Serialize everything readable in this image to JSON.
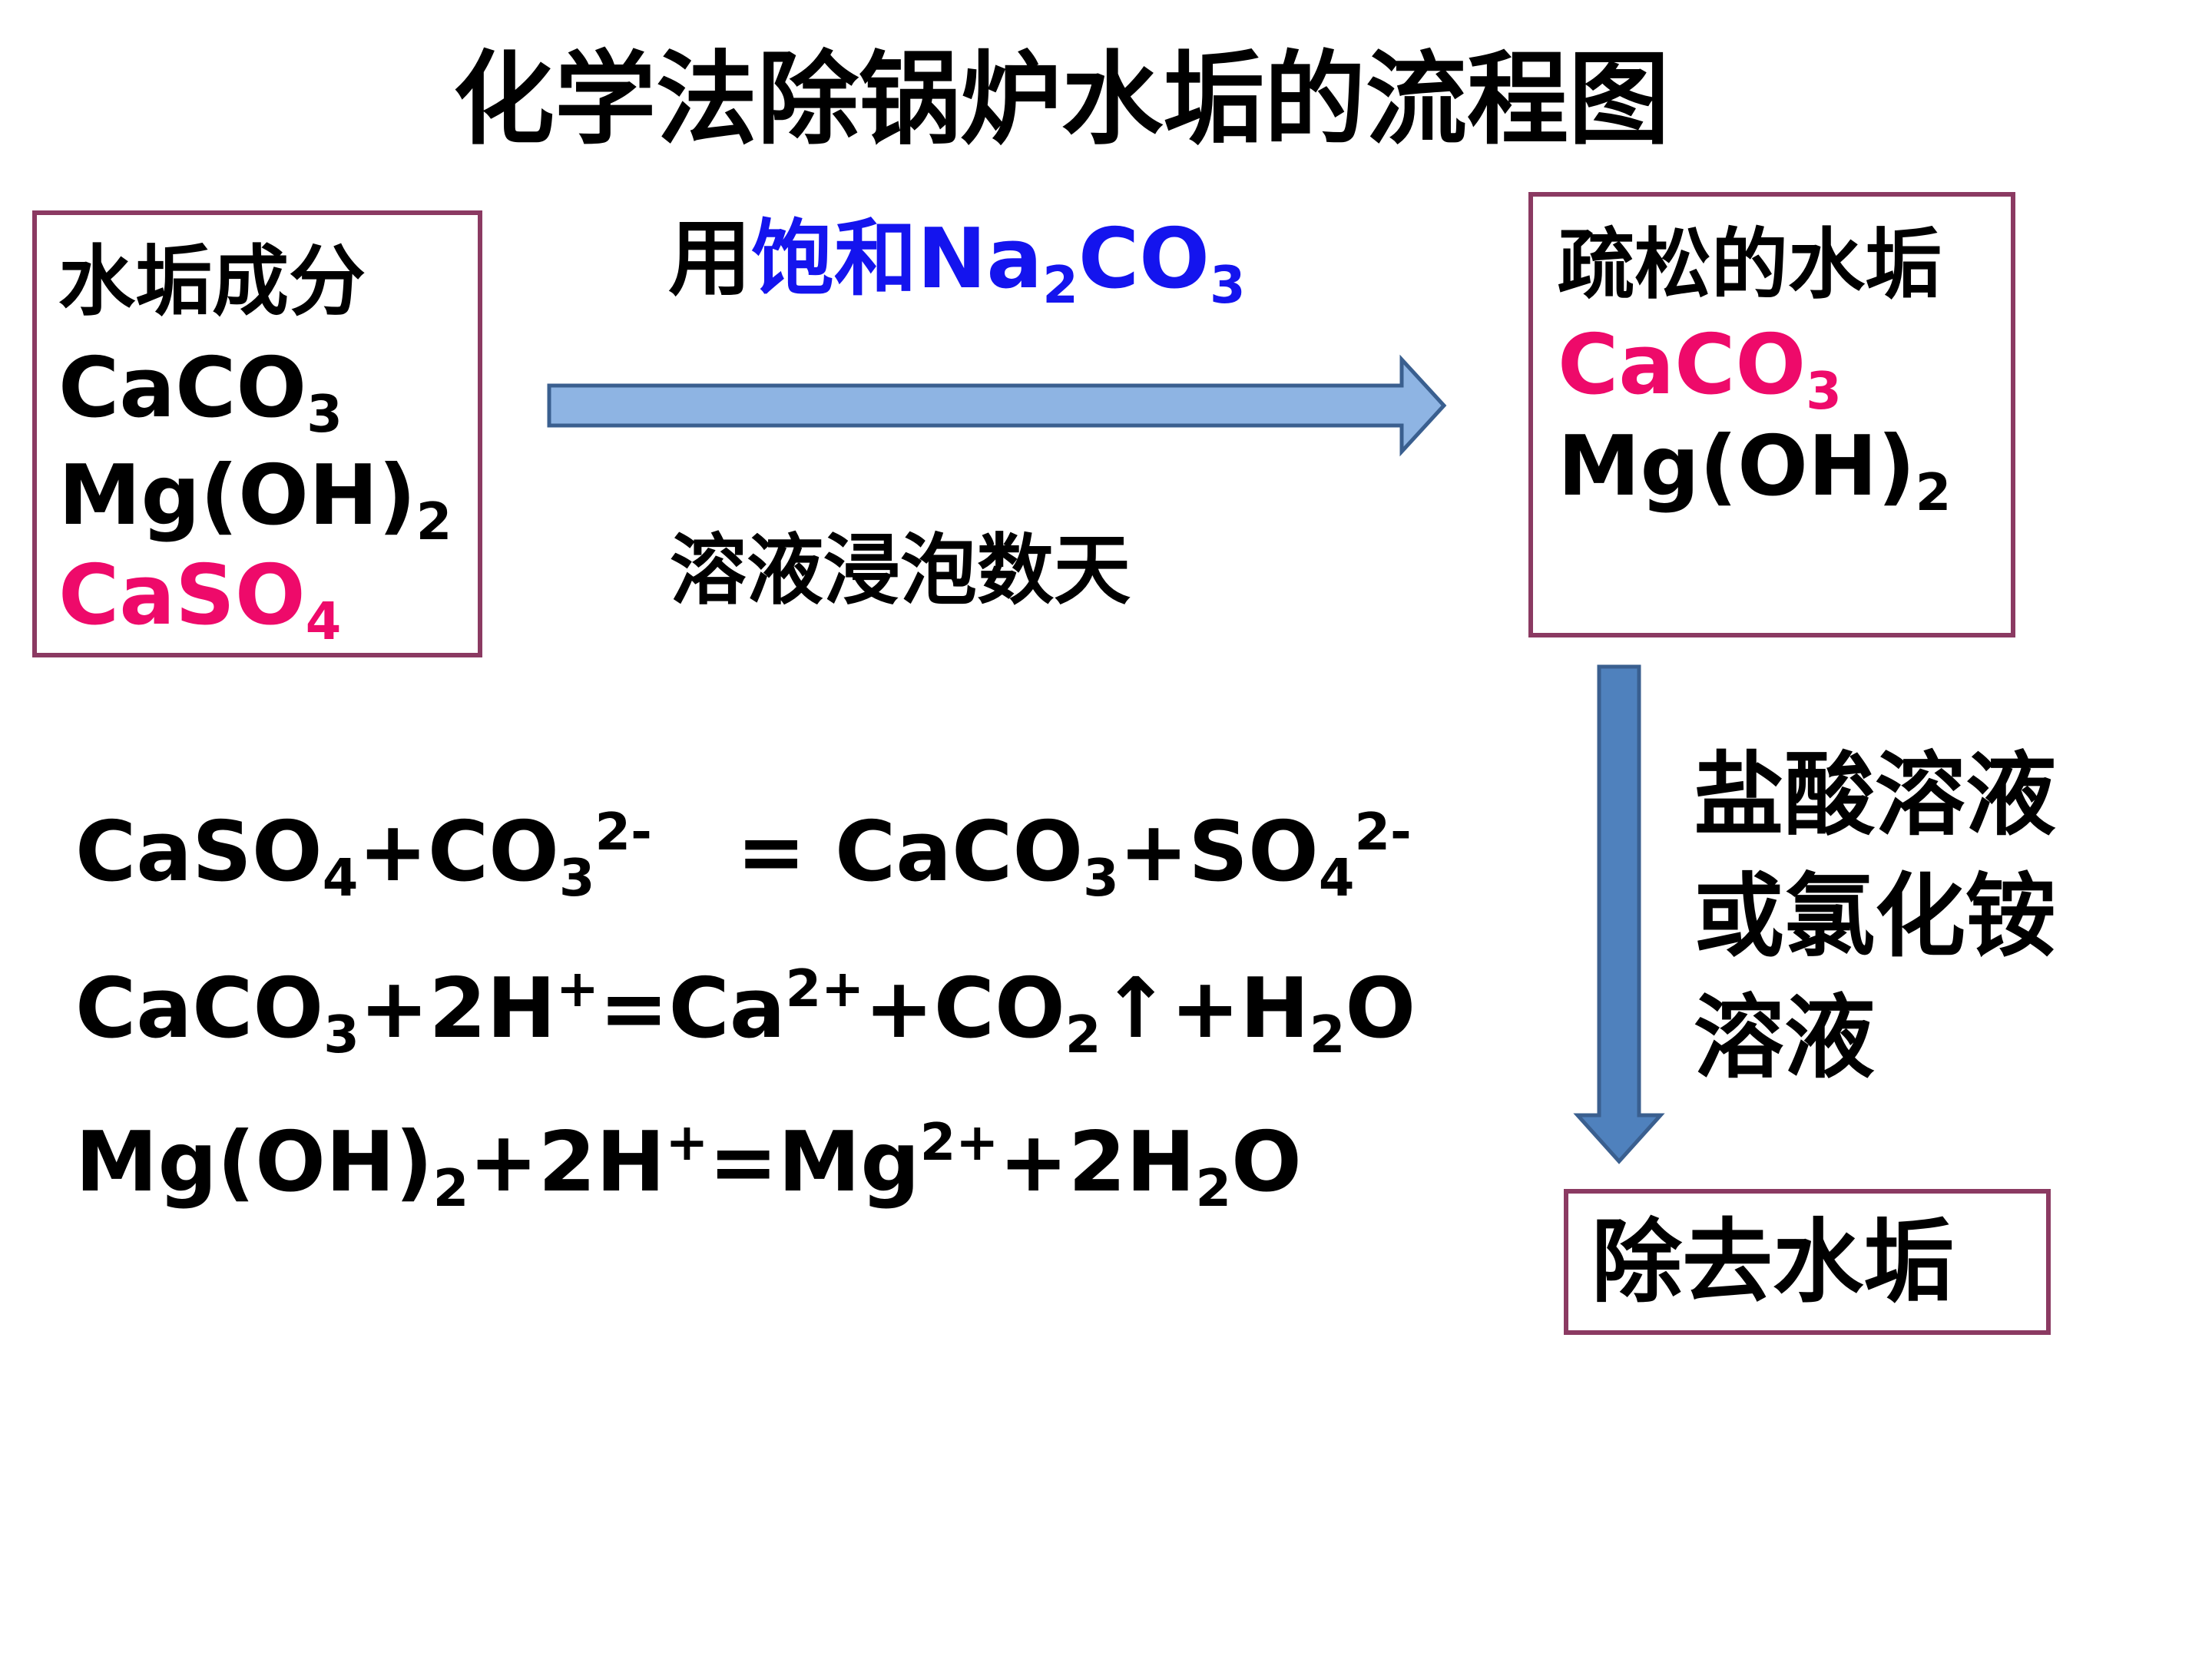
{
  "title": "化学法除锅炉水垢的流程图",
  "box_scale": {
    "heading": "水垢成分",
    "caco3": {
      "base": "CaCO",
      "sub": "3"
    },
    "mgoh2": {
      "base": "Mg(OH)",
      "sub": "2"
    },
    "caso4": {
      "base": "CaSO",
      "sub": "4"
    }
  },
  "arrow_top": {
    "use": "用",
    "reagent": "饱和Na",
    "sub2": "2",
    "co": "CO",
    "sub3": "3"
  },
  "arrow_bottom": "溶液浸泡数天",
  "box_loose": {
    "heading": "疏松的水垢",
    "caco3": {
      "base": "CaCO",
      "sub": "3"
    },
    "mgoh2": {
      "base": "Mg(OH)",
      "sub": "2"
    }
  },
  "down_label": {
    "line1": "盐酸溶液",
    "line2": "或氯化铵",
    "line3": "溶液"
  },
  "box_result": "除去水垢",
  "equations": {
    "eq1": {
      "p1": "CaSO",
      "s1": "4",
      "p2": "+CO",
      "s2": "3",
      "sup1": "2-",
      "p3": "= CaCO",
      "s3": "3",
      "p4": "+SO",
      "s4": "4",
      "sup2": "2-"
    },
    "eq2": {
      "p1": "CaCO",
      "s1": "3",
      "p2": "+2H",
      "sup1": "+",
      "p3": "=Ca",
      "sup2": "2+",
      "p4": "+CO",
      "s2": "2",
      "p5": "↑+H",
      "s3": "2",
      "p6": "O"
    },
    "eq3": {
      "p1": "Mg(OH)",
      "s1": "2",
      "p2": "+2H",
      "sup1": "+",
      "p3": "=Mg",
      "sup2": "2+",
      "p4": "+2H",
      "s2": "2",
      "p5": "O"
    }
  },
  "colors": {
    "box_border": "#8b3a62",
    "highlight_pink": "#ee0a6a",
    "highlight_blue": "#1414ee",
    "right_arrow_fill": "#8eb4e3",
    "down_arrow_fill": "#4f81bd",
    "arrow_stroke": "#3a5f8f"
  }
}
